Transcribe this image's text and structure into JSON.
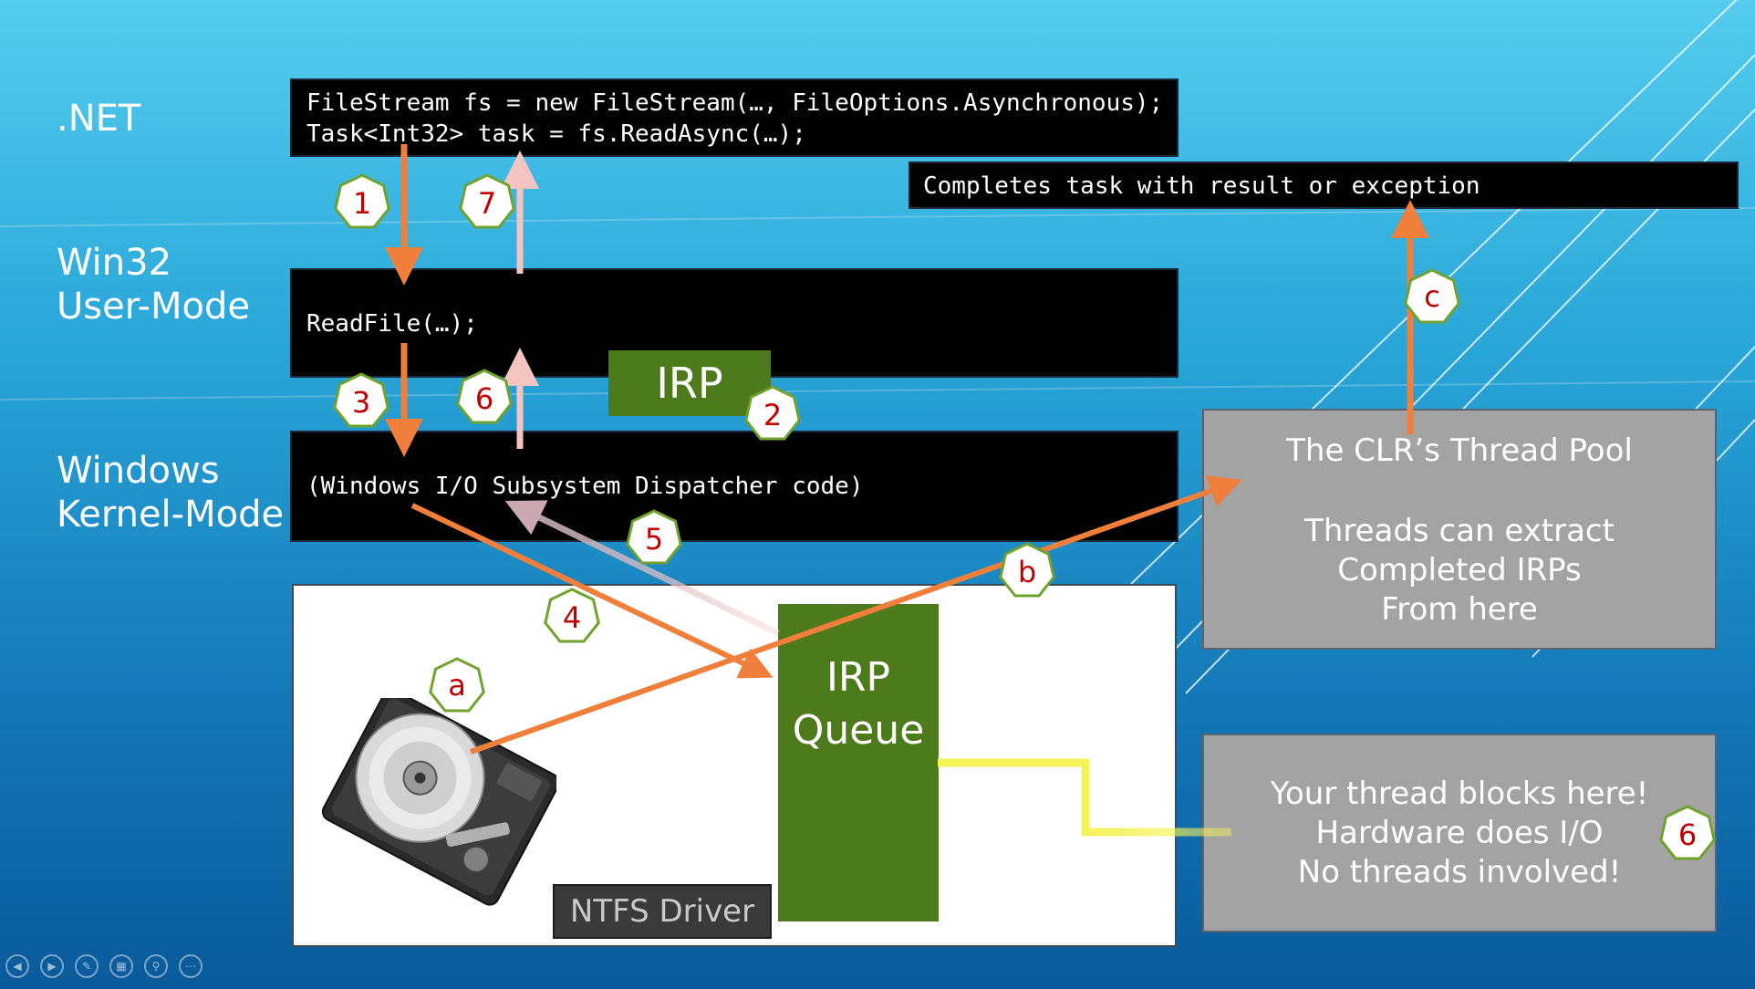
{
  "layers": {
    "dotnet": ".NET",
    "win32": [
      "Win32",
      "User-Mode"
    ],
    "kernel": [
      "Windows",
      "Kernel-Mode"
    ]
  },
  "code": {
    "dotnet": [
      "FileStream fs = new FileStream(…, FileOptions.Asynchronous);",
      "Task<Int32> task = fs.ReadAsync(…);"
    ],
    "win32": "ReadFile(…);",
    "kernel": "(Windows I/O Subsystem Dispatcher code)",
    "completes": "Completes task with result or exception"
  },
  "irp_label": "IRP",
  "irp_queue": [
    "IRP",
    "Queue"
  ],
  "ntfs_driver": "NTFS Driver",
  "thread_pool": [
    "The CLR’s Thread Pool",
    "Threads can extract",
    "Completed IRPs",
    "From here"
  ],
  "sync_box": [
    "Your thread blocks here!",
    "Hardware does I/O",
    "No threads involved!"
  ],
  "badges": {
    "s1": "1",
    "s2": "2",
    "s3": "3",
    "s4": "4",
    "s5": "5",
    "s6a": "6",
    "s6b": "6",
    "s7": "7",
    "a": "a",
    "b": "b",
    "c": "c"
  },
  "colors": {
    "arrow_orange": "#ef7f3a",
    "arrow_pink": "#f4c4c1",
    "connector_yellow": "#f3f358",
    "irp_green": "#4d7a1a",
    "badge_border": "#6fa32e",
    "badge_text": "#c00000"
  },
  "icons": {
    "hard_drive": "hard-drive-icon",
    "nav": [
      "previous-slide-icon",
      "next-slide-icon",
      "pen-icon",
      "slides-grid-icon",
      "zoom-icon",
      "more-options-icon"
    ]
  }
}
